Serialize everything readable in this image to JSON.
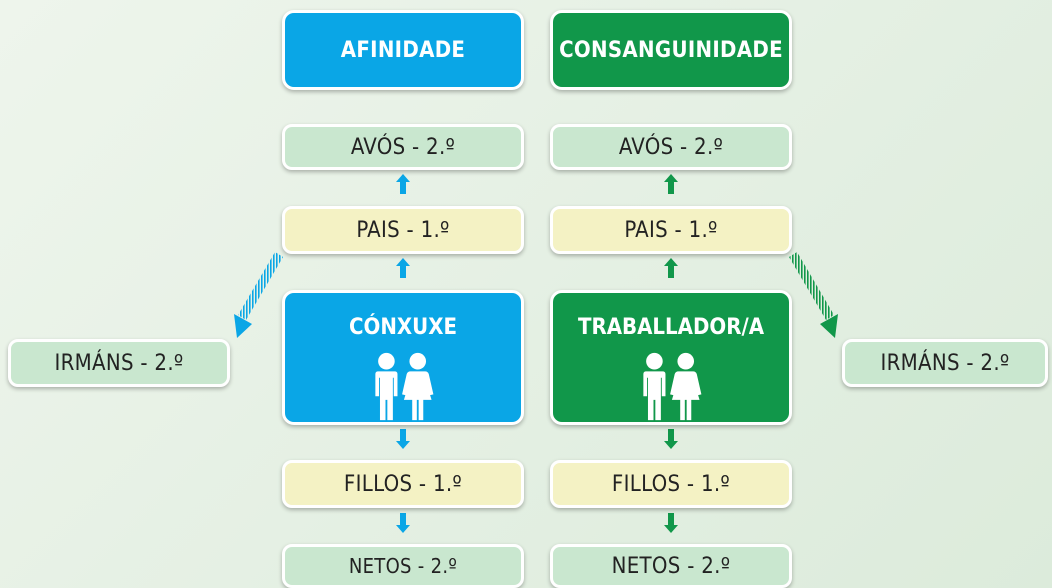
{
  "affinity": {
    "header": "AFINIDADE",
    "grandparents": "AVÓS - 2.º",
    "parents": "PAIS - 1.º",
    "center": "CÓNXUXE",
    "siblings": "IRMÁNS - 2.º",
    "children": "FILLOS - 1.º",
    "grandchildren": "NETOS - 2.º"
  },
  "consanguinity": {
    "header": "CONSANGUINIDADE",
    "grandparents": "AVÓS - 2.º",
    "parents": "PAIS - 1.º",
    "center": "TRABALLADOR/A",
    "siblings": "IRMÁNS - 2.º",
    "children": "FILLOS - 1.º",
    "grandchildren": "NETOS - 2.º"
  },
  "colors": {
    "affinity": "#0aa6e6",
    "consanguinity": "#11974a",
    "second_degree": "#c9e7cf",
    "first_degree": "#f4f2c4"
  },
  "icons": {
    "center": "couple-icon",
    "up": "arrow-up-icon",
    "down": "arrow-down-icon",
    "diagonal": "arrow-diagonal-icon"
  }
}
